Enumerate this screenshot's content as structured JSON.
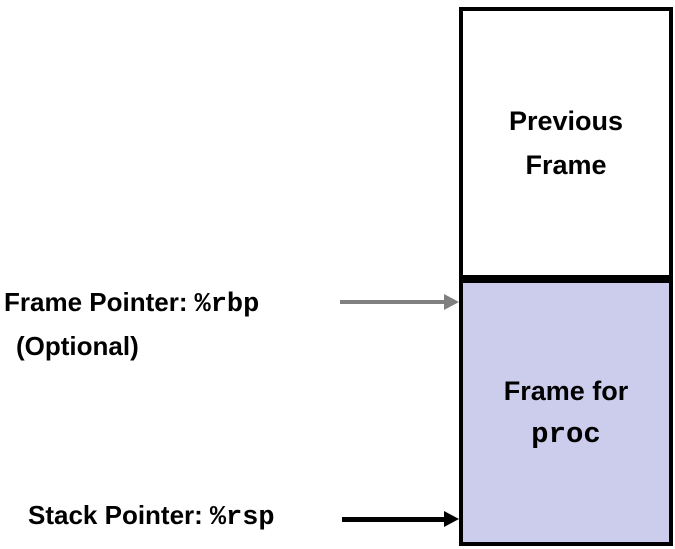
{
  "colors": {
    "proc_frame_fill": "#ccccec",
    "box_border": "#000000",
    "frame_pointer_arrow": "#808080",
    "stack_pointer_arrow": "#000000",
    "text": "#000000",
    "background": "#ffffff"
  },
  "stack_diagram": {
    "previous_frame": {
      "line1": "Previous",
      "line2": "Frame"
    },
    "proc_frame": {
      "line1": "Frame for",
      "line2": "proc"
    },
    "frame_pointer": {
      "label": "Frame Pointer:",
      "register": "%rbp",
      "note": "(Optional)"
    },
    "stack_pointer": {
      "label": "Stack Pointer:",
      "register": "%rsp"
    }
  }
}
